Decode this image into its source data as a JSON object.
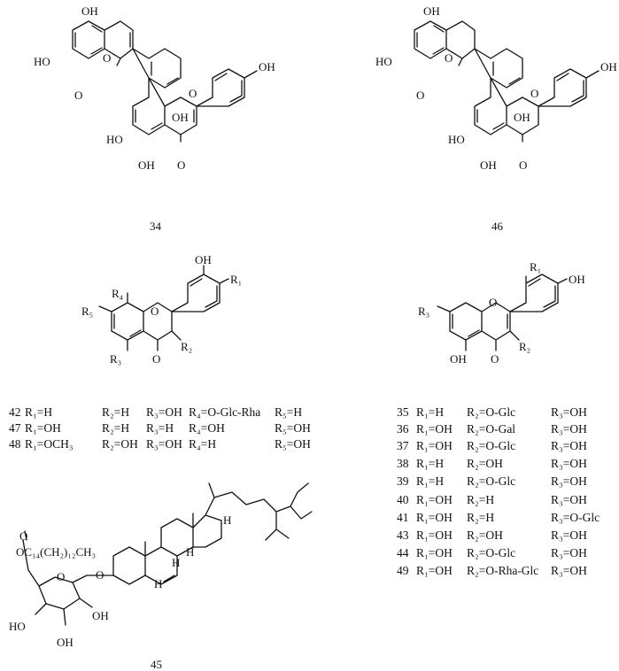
{
  "compounds": {
    "c34": {
      "label": "34"
    },
    "c46": {
      "label": "46"
    },
    "c45": {
      "label": "45"
    }
  },
  "flavanone_table": {
    "rows": [
      {
        "id": "42",
        "r1": "R₁=H",
        "r2": "R₂=H",
        "r3": "R₃=OH",
        "r4": "R₄=O-Glc-Rha",
        "r5": "R₅=H"
      },
      {
        "id": "47",
        "r1": "R₁=OH",
        "r2": "R₂=H",
        "r3": "R₃=H",
        "r4": "R₄=OH",
        "r5": "R₅=OH"
      },
      {
        "id": "48",
        "r1": "R₁=OCH₃",
        "r2": "R₂=OH",
        "r3": "R₃=OH",
        "r4": "R₄=H",
        "r5": "R₅=OH"
      }
    ]
  },
  "flavonol_table": {
    "rows": [
      {
        "id": "35",
        "r1": "R₁=H",
        "r2": "R₂=O-Glc",
        "r3": "R₃=OH"
      },
      {
        "id": "36",
        "r1": "R₁=OH",
        "r2": "R₂=O-Gal",
        "r3": "R₃=OH"
      },
      {
        "id": "37",
        "r1": "R₁=OH",
        "r2": "R₂=O-Glc",
        "r3": "R₃=OH"
      },
      {
        "id": "38",
        "r1": "R₁=H",
        "r2": "R₂=OH",
        "r3": "R₃=OH"
      },
      {
        "id": "39",
        "r1": "R₁=H",
        "r2": "R₂=O-Glc",
        "r3": "R₃=OH"
      },
      {
        "id": "40",
        "r1": "R₁=OH",
        "r2": "R₂=H",
        "r3": "R₃=OH"
      },
      {
        "id": "41",
        "r1": "R₁=OH",
        "r2": "R₂=H",
        "r3": "R₃=O-Glc"
      },
      {
        "id": "43",
        "r1": "R₁=OH",
        "r2": "R₂=OH",
        "r3": "R₃=OH"
      },
      {
        "id": "44",
        "r1": "R₁=OH",
        "r2": "R₂=O-Glc",
        "r3": "R₃=OH"
      },
      {
        "id": "49",
        "r1": "R₁=OH",
        "r2": "R₂=O-Rha-Glc",
        "r3": "R₃=OH"
      }
    ]
  },
  "atoms": {
    "oh": "OH",
    "ho": "HO",
    "o": "O",
    "h": "H",
    "r1": "R₁",
    "r2": "R₂",
    "r3": "R₃",
    "r4": "R₄",
    "r5": "R₅",
    "ester_chain": "OC₁₄(CH₂)₁₂CH₃"
  }
}
